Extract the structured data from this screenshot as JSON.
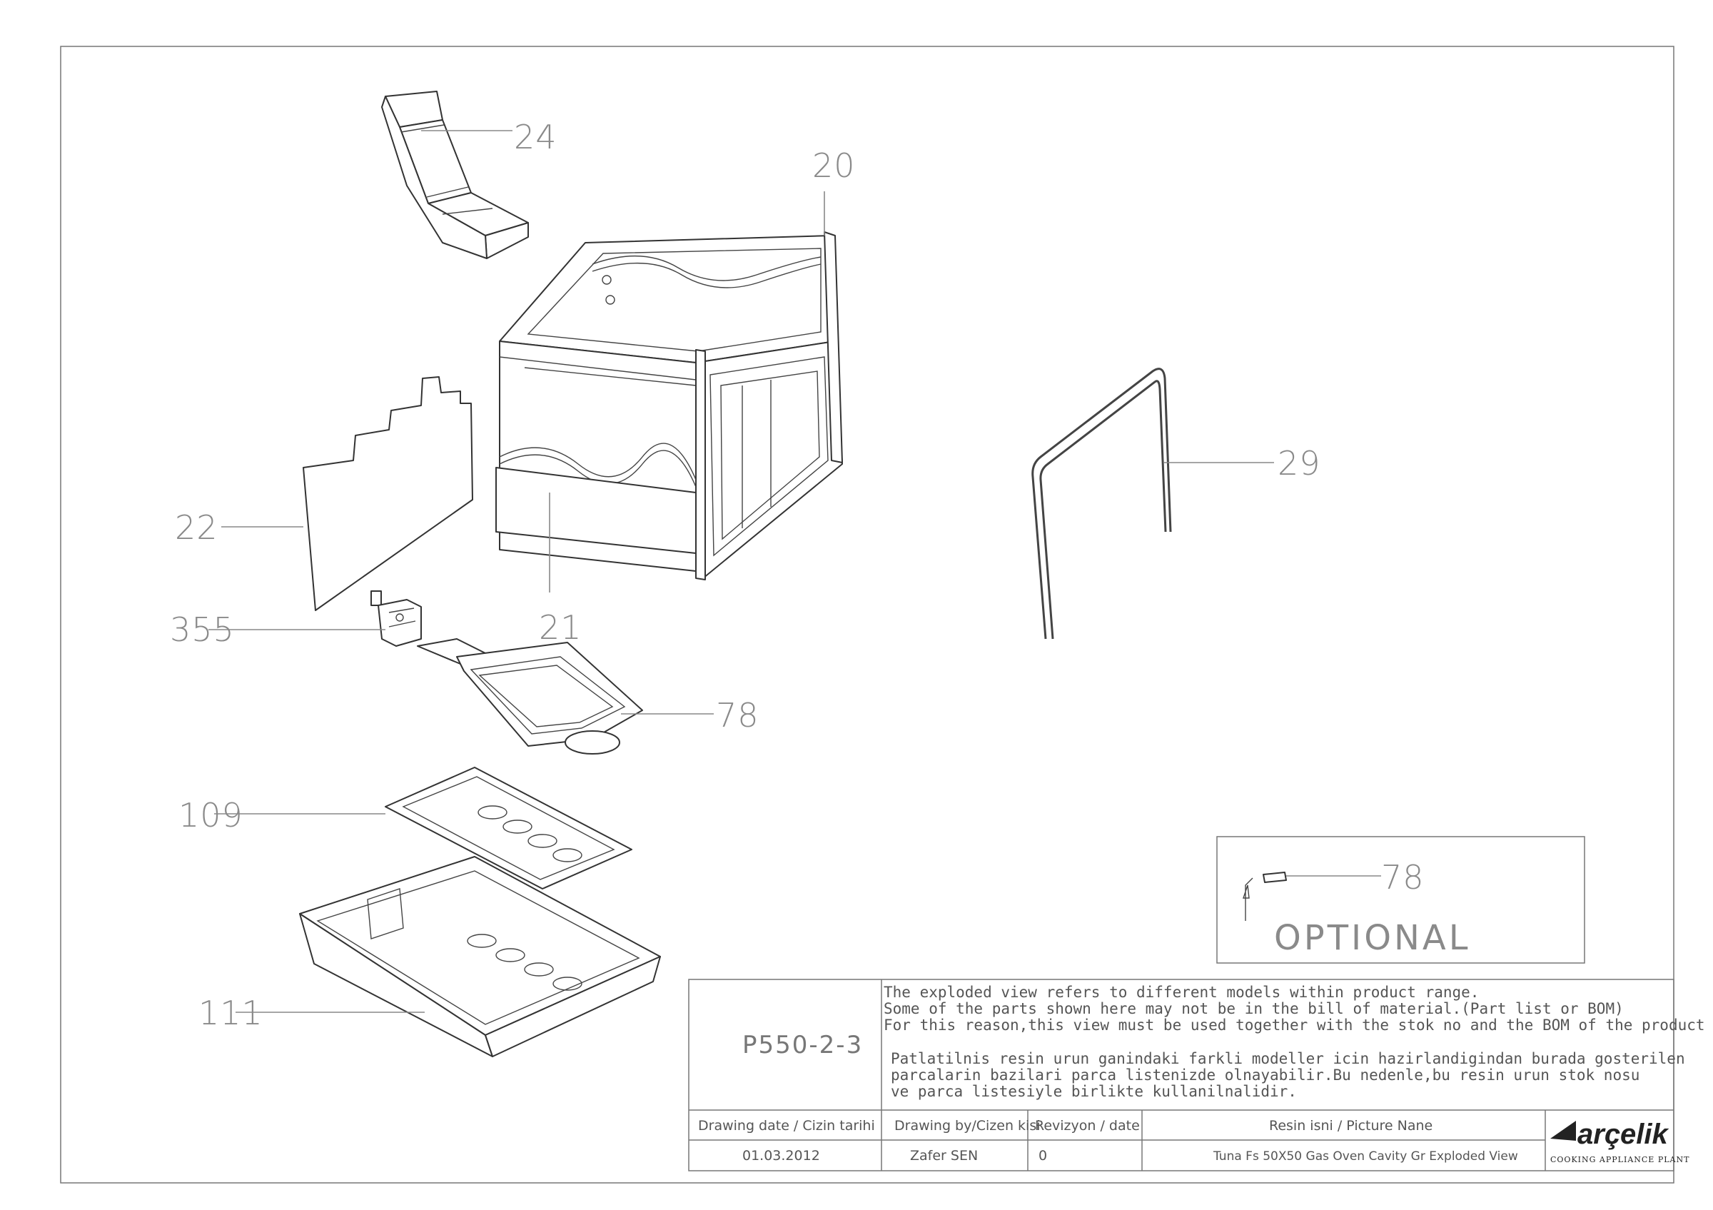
{
  "callouts": [
    {
      "id": "24",
      "label": "24"
    },
    {
      "id": "20",
      "label": "20"
    },
    {
      "id": "22",
      "label": "22"
    },
    {
      "id": "21",
      "label": "21"
    },
    {
      "id": "355",
      "label": "355"
    },
    {
      "id": "78",
      "label": "78"
    },
    {
      "id": "29",
      "label": "29"
    },
    {
      "id": "109",
      "label": "109"
    },
    {
      "id": "111",
      "label": "111"
    }
  ],
  "optional_box": {
    "part": "78",
    "label": "OPTIONAL"
  },
  "title_block": {
    "code": "P550-2-3",
    "note_en": [
      "The exploded view refers to different models within product range.",
      "Some of the parts shown here may not be in the bill of material.(Part list or BOM)",
      "For this reason,this view must be used together with the stok no and the BOM of the product"
    ],
    "note_tr": [
      "Patlatilnis resin urun ganindaki farkli modeller icin hazirlandigindan burada gosterilen",
      "parcalarin bazilari parca listenizde olnayabilir.Bu nedenle,bu resin urun stok nosu",
      "ve parca listesiyle birlikte kullanilnalidir."
    ],
    "headers": {
      "drawing_date": "Drawing date / Cizin tarihi",
      "drawing_by": "Drawing by/Cizen kisi",
      "revision": "Revizyon / date",
      "picture_name": "Resin isni / Picture Nane"
    },
    "values": {
      "drawing_date": "01.03.2012",
      "drawing_by": "Zafer SEN",
      "revision": "0",
      "picture_name": "Tuna Fs 50X50 Gas Oven Cavity Gr Exploded View"
    },
    "logo": {
      "brand": "arçelik",
      "tagline": "COOKING APPLIANCE PLANT"
    }
  }
}
